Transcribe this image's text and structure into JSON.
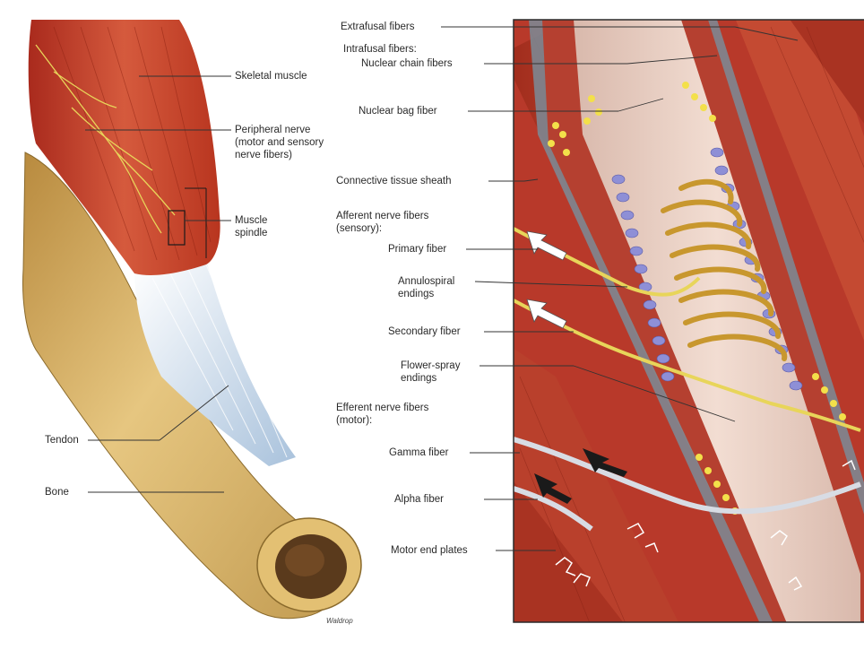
{
  "left_labels": {
    "skeletal_muscle": "Skeletal muscle",
    "peripheral_nerve": [
      "Peripheral nerve",
      "(motor and sensory",
      "nerve fibers)"
    ],
    "muscle_spindle": [
      "Muscle",
      "spindle"
    ],
    "tendon": "Tendon",
    "bone": "Bone"
  },
  "right_labels": {
    "extrafusal_fibers": "Extrafusal fibers",
    "intrafusal_fibers": "Intrafusal fibers:",
    "nuclear_chain_fibers": "Nuclear chain fibers",
    "nuclear_bag_fiber": "Nuclear bag fiber",
    "connective_tissue_sheath": "Connective tissue sheath",
    "afferent_nerve_fibers": [
      "Afferent nerve fibers",
      "(sensory):"
    ],
    "primary_fiber": "Primary fiber",
    "annulospiral_endings": [
      "Annulospiral",
      "endings"
    ],
    "secondary_fiber": "Secondary fiber",
    "flower_spray_endings": [
      "Flower-spray",
      "endings"
    ],
    "efferent_nerve_fibers": [
      "Efferent nerve fibers",
      "(motor):"
    ],
    "gamma_fiber": "Gamma fiber",
    "alpha_fiber": "Alpha fiber",
    "motor_end_plates": "Motor end plates"
  },
  "signature": "Waldrop",
  "colors": {
    "muscle_red": "#c8442f",
    "tendon_white": "#e6eef6",
    "bone_tan": "#d9b56a",
    "marrow_brown": "#5a3a1c",
    "nerve_yellow": "#e8d55a",
    "sheath_gray": "#7a8c98",
    "nucleus_blue": "#8e8fd6",
    "spiral_gold": "#c8972e",
    "label_text": "#2a2a2a"
  }
}
